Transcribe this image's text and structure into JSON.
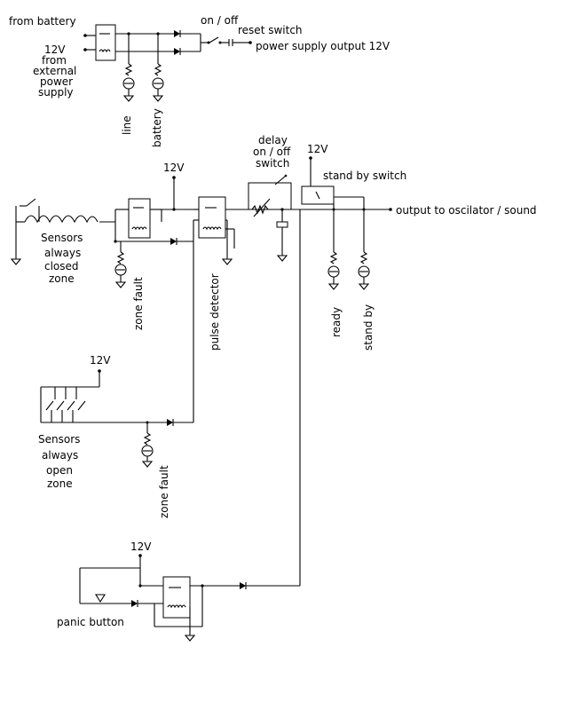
{
  "labels": {
    "from_battery": "from battery",
    "v12_line1": "12V",
    "v12_line2": "from",
    "v12_line3": "external",
    "v12_line4": "power",
    "v12_line5": "supply",
    "on_off": "on / off",
    "reset_switch": "reset switch",
    "psu_output": "power supply output 12V",
    "line": "line",
    "battery": "battery",
    "delay1": "delay",
    "delay2": "on / off",
    "delay3": "switch",
    "v12_top_sensors": "12V",
    "v12_standby": "12V",
    "stand_by_switch": "stand by switch",
    "output_osc": "output to oscilator / sound",
    "sensors_closed1": "Sensors",
    "sensors_closed2": "always",
    "sensors_closed3": "closed",
    "sensors_closed4": "zone",
    "zone_fault_1": "zone  fault",
    "pulse_detector": "pulse detector",
    "ready": "ready",
    "stand_by": "stand by",
    "v12_open": "12V",
    "sensors_open1": "Sensors",
    "sensors_open2": "always",
    "sensors_open3": "open",
    "sensors_open4": "zone",
    "zone_fault_2": "zone  fault",
    "v12_panic": "12V",
    "panic_button": "panic button"
  }
}
